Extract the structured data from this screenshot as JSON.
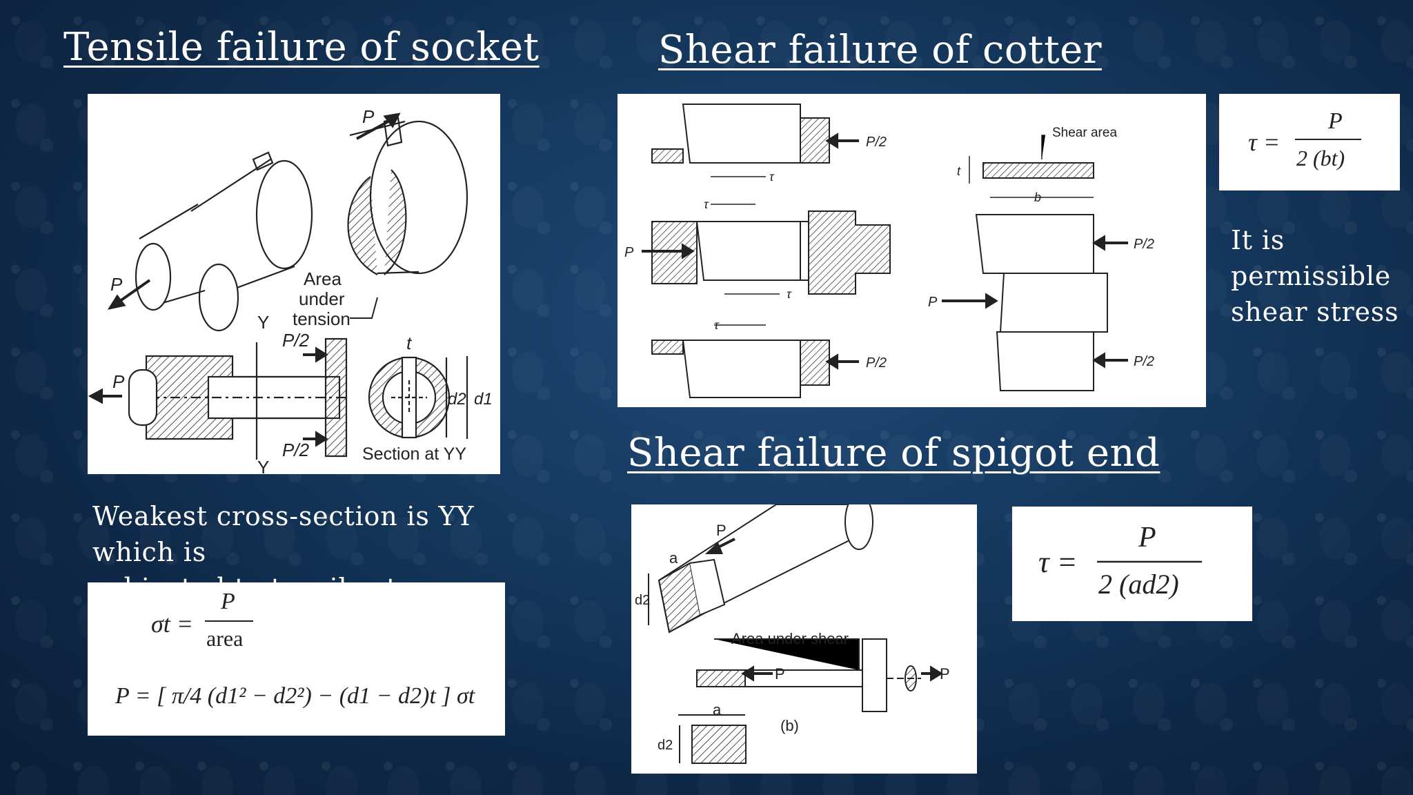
{
  "headings": {
    "socket": "Tensile failure of socket",
    "cotter": "Shear failure of cotter",
    "spigot": "Shear failure of spigot end"
  },
  "socket_text": {
    "line1": "Weakest cross-section is YY which is",
    "line2": "subjected to tensile stress"
  },
  "cotter_note": {
    "line1": "It is",
    "line2": "permissible",
    "line3": "shear stress"
  },
  "socket_figure": {
    "label_P": "P",
    "label_area1": "Area",
    "label_area2": "under",
    "label_area3": "tension",
    "label_Y": "Y",
    "label_P2": "P/2",
    "label_t": "t",
    "label_d2": "d2",
    "label_d1": "d1",
    "label_section": "Section at YY"
  },
  "cotter_figure": {
    "label_P2": "P/2",
    "label_P": "P",
    "label_tau": "τ",
    "label_shear_area": "Shear area",
    "label_t": "t",
    "label_b": "b"
  },
  "spigot_figure": {
    "label_P": "P",
    "label_a": "a",
    "label_d2": "d2",
    "label_area": "Area under shear",
    "label_b": "(b)"
  },
  "formulas": {
    "sigma_lhs": "σt =",
    "sigma_num": "P",
    "sigma_den": "area",
    "p_eq": "P = [ π/4 (d1² − d2²) − (d1 − d2)t ] σt",
    "tau_lhs": "τ =",
    "tau_num": "P",
    "tau_cotter_den": "2 (bt)",
    "tau_spigot_den": "2 (ad2)"
  }
}
